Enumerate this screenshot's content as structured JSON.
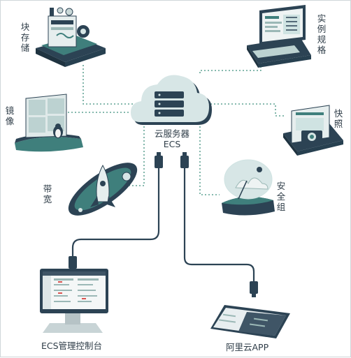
{
  "center": {
    "title": "云服务器",
    "subtitle": "ECS"
  },
  "nodes": {
    "block_storage": "块存储",
    "image": "镜像",
    "bandwidth": "带宽",
    "instance_spec": "实例规格",
    "snapshot": "快照",
    "security_group": "安全组"
  },
  "clients": {
    "console": "ECS管理控制台",
    "app": "阿里云APP"
  },
  "colors": {
    "dark": "#2c4354",
    "teal": "#3f7f7c",
    "light": "#cfe3e2",
    "dot_line": "#3e8f7d",
    "cable": "#2c4354"
  }
}
